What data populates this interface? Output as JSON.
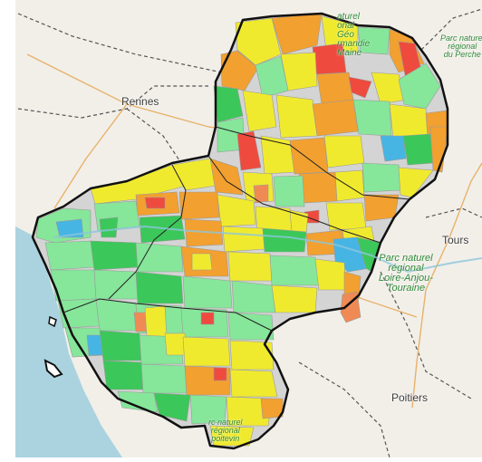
{
  "map": {
    "colors": {
      "sea": "#aad3df",
      "land": "#f2efe9",
      "region_base": "#d4d4d4",
      "region_border": "#111111",
      "zone_red": "#ee4b3e",
      "zone_orange": "#f2a030",
      "zone_yellow": "#f0ea2f",
      "zone_light_green": "#86e69a",
      "zone_green": "#3cc75a",
      "zone_blue": "#46b5e4",
      "zone_salmon": "#f08a55",
      "park_text": "#2f8a3a",
      "city_text": "#3d3d3d"
    },
    "city_labels": {
      "rennes": "Rennes",
      "tours": "Tours",
      "poitiers": "Poitiers"
    },
    "park_labels": {
      "normandie_maine": [
        "aturel",
        "onal",
        "Géo",
        "rmandie",
        "Maine"
      ],
      "perche": [
        "Parc naturel",
        "régional",
        "du Perche"
      ],
      "loire_anjou_touraine": [
        "Parc naturel",
        "régional",
        "Loire-Anjou-",
        "Touraine"
      ],
      "marais_poitevin": [
        "rc naturel",
        "régional",
        "poitevin"
      ]
    }
  }
}
